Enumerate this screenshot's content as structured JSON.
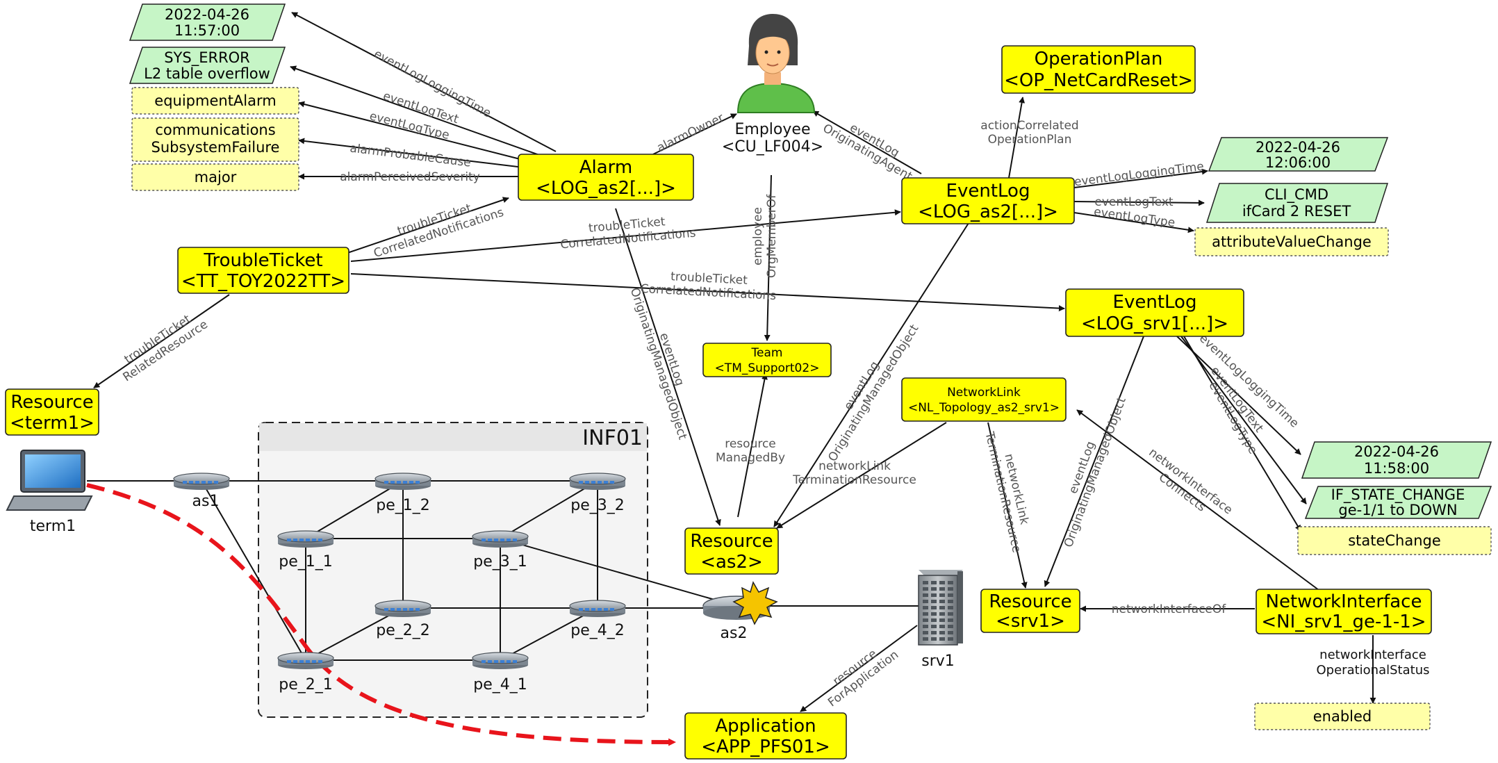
{
  "cloud": {
    "label": "INF01"
  },
  "entities": {
    "alarm": {
      "line1": "Alarm",
      "line2": "<LOG_as2[...]>"
    },
    "trouble_ticket": {
      "line1": "TroubleTicket",
      "line2": "<TT_TOY2022TT>"
    },
    "resource_term1": {
      "line1": "Resource",
      "line2": "<term1>"
    },
    "employee": {
      "line1": "Employee",
      "line2": "<CU_LF004>"
    },
    "team": {
      "line1": "Team",
      "line2": "<TM_Support02>"
    },
    "resource_as2": {
      "line1": "Resource",
      "line2": "<as2>"
    },
    "operation_plan": {
      "line1": "OperationPlan",
      "line2": "<OP_NetCardReset>"
    },
    "eventlog_as2": {
      "line1": "EventLog",
      "line2": "<LOG_as2[...]>"
    },
    "eventlog_srv1": {
      "line1": "EventLog",
      "line2": "<LOG_srv1[...]>"
    },
    "network_link": {
      "line1": "NetworkLink",
      "line2": "<NL_Topology_as2_srv1>"
    },
    "resource_srv1": {
      "line1": "Resource",
      "line2": "<srv1>"
    },
    "network_interface": {
      "line1": "NetworkInterface",
      "line2": "<NI_srv1_ge-1-1>"
    },
    "application": {
      "line1": "Application",
      "line2": "<APP_PFS01>"
    }
  },
  "values": {
    "alarm_time": {
      "line1": "2022-04-26",
      "line2": "11:57:00"
    },
    "alarm_text": {
      "line1": "SYS_ERROR",
      "line2": "L2 table overflow"
    },
    "alarm_type": "equipmentAlarm",
    "alarm_cause": {
      "line1": "communications",
      "line2": "SubsystemFailure"
    },
    "alarm_severity": "major",
    "eventlog_as2_time": {
      "line1": "2022-04-26",
      "line2": "12:06:00"
    },
    "eventlog_as2_text": {
      "line1": "CLI_CMD",
      "line2": "ifCard 2 RESET"
    },
    "eventlog_as2_type": "attributeValueChange",
    "eventlog_srv1_time": {
      "line1": "2022-04-26",
      "line2": "11:58:00"
    },
    "eventlog_srv1_text": {
      "line1": "IF_STATE_CHANGE",
      "line2": "ge-1/1 to DOWN"
    },
    "eventlog_srv1_type": "stateChange",
    "ni_status": "enabled"
  },
  "edge_labels": {
    "alarm_logging_time": "eventLogLoggingTime",
    "alarm_log_text": "eventLogText",
    "alarm_log_type": "eventLogType",
    "alarm_probable_cause": "alarmProbableCause",
    "alarm_perceived_severity": "alarmPerceivedSeverity",
    "alarm_owner": "alarmOwner",
    "tt_to_alarm": {
      "line1": "troubleTicket",
      "line2": "CorrelatedNotifications"
    },
    "tt_to_eventlog_as2": {
      "line1": "troubleTicket",
      "line2": "CorrelatedNotifications"
    },
    "tt_to_eventlog_srv1": {
      "line1": "troubleTicket",
      "line2": "CorrelatedNotifications"
    },
    "tt_related_resource": {
      "line1": "troubleTicket",
      "line2": "RelatedResource"
    },
    "alarm_managed_object": {
      "line1": "eventLog",
      "line2": "OriginatingManagedObject"
    },
    "employee_team": {
      "line1": "employee",
      "line2": "OrgMemberOf"
    },
    "resource_managed_by": {
      "line1": "resource",
      "line2": "ManagedBy"
    },
    "originating_agent": {
      "line1": "eventLog",
      "line2": "OriginatingAgent"
    },
    "action_correlated": {
      "line1": "actionCorrelated",
      "line2": "OperationPlan"
    },
    "el_as2_logging_time": "eventLogLoggingTime",
    "el_as2_log_text": "eventLogText",
    "el_as2_log_type": "eventLogType",
    "el_as2_managed_object": {
      "line1": "eventLog",
      "line2": "OriginatingManagedObject"
    },
    "nl_termination_as2": {
      "line1": "networkLink",
      "line2": "TerminationResource"
    },
    "nl_termination_srv1": {
      "line1": "networkLink",
      "line2": "TerminationResource"
    },
    "ni_connects": {
      "line1": "networkInterface",
      "line2": "Connects"
    },
    "el_srv1_managed_object": {
      "line1": "eventLog",
      "line2": "OriginatingManagedObject"
    },
    "el_srv1_logging_time": "eventLogLoggingTime",
    "el_srv1_log_text": "eventLogText",
    "el_srv1_log_type": "eventLogType",
    "ni_of": "networkInterfaceOf",
    "ni_status": {
      "line1": "networkInterface",
      "line2": "OperationalStatus"
    },
    "resource_for_app": {
      "line1": "resource",
      "line2": "ForApplication"
    }
  },
  "devices": {
    "term1": "term1",
    "as1": "as1",
    "as2": "as2",
    "srv1": "srv1",
    "pe_1_1": "pe_1_1",
    "pe_1_2": "pe_1_2",
    "pe_2_1": "pe_2_1",
    "pe_2_2": "pe_2_2",
    "pe_3_1": "pe_3_1",
    "pe_3_2": "pe_3_2",
    "pe_4_1": "pe_4_1",
    "pe_4_2": "pe_4_2"
  },
  "colors": {
    "entity_fill": "#ffff00",
    "literal_fill": "#ffffa8",
    "value_fill": "#c6f5c6",
    "path_highlight": "#e8141b",
    "cloud_fill": "#f4f4f4"
  }
}
